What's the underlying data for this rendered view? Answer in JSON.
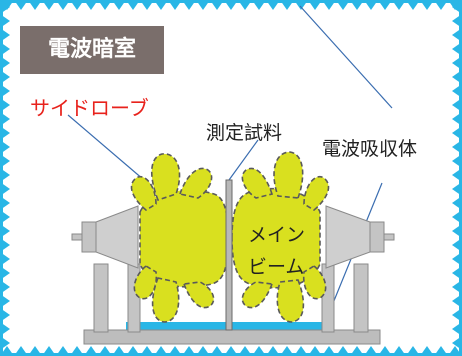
{
  "title": "電波暗室",
  "labels": {
    "sidelobe": "サイドローブ",
    "sample": "測定試料",
    "absorber": "電波吸収体",
    "mainbeam_line1": "メイン",
    "mainbeam_line2": "ビーム"
  },
  "colors": {
    "sawtooth": "#29b6e6",
    "beam_fill": "#d9e01f",
    "beam_outline": "#5a5a5a",
    "title_bg": "#7a6e6b",
    "sidelobe_text": "#e8221c",
    "pointer_line": "#3a6db0",
    "antenna": "#c4c4c4",
    "floor_water": "#29b6e6"
  }
}
